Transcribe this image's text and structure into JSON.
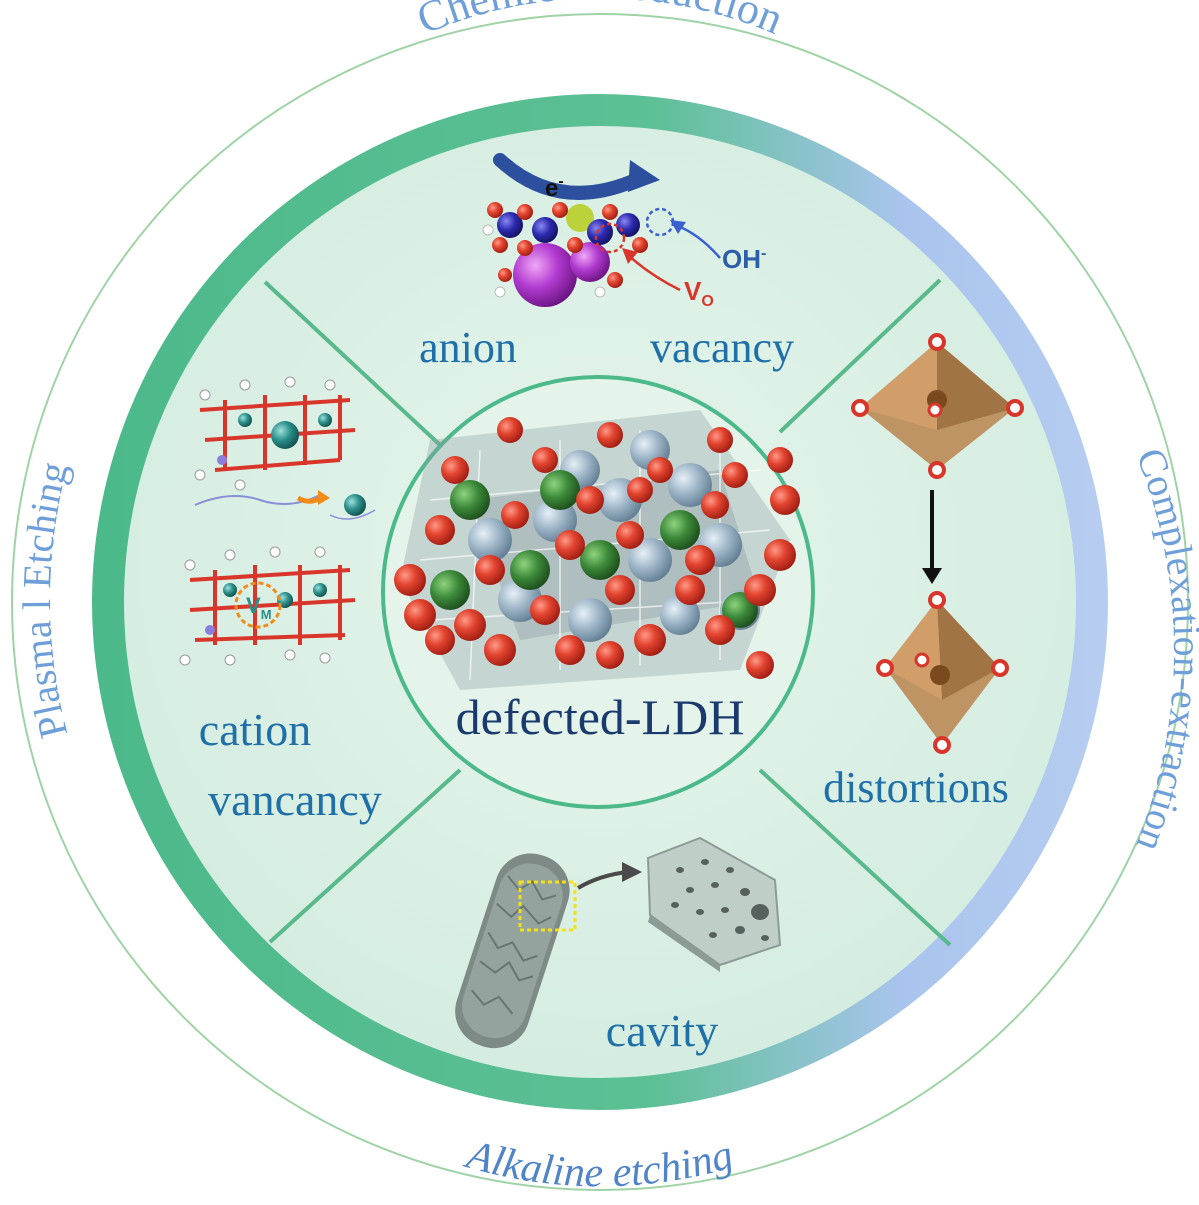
{
  "outer_ring": {
    "top": "Chemical Reduction",
    "right": "Complexation-extraction",
    "bottom": "Alkaline etching",
    "left": "Plasma l Etching"
  },
  "center": {
    "label": "defected-LDH"
  },
  "sectors": {
    "top": {
      "label_a": "anion",
      "label_b": "vacancy",
      "electron": "e",
      "electron_sup": "-",
      "hydroxide": "OH",
      "hydroxide_sup": "-",
      "vacancy_symbol": "V",
      "vacancy_sub": "O"
    },
    "left": {
      "label_a": "cation",
      "label_b": "vancancy",
      "vacancy_symbol": "V",
      "vacancy_sub": "M"
    },
    "right": {
      "label": "distortions"
    },
    "bottom": {
      "label": "cavity"
    }
  },
  "colors": {
    "ring_text": "#6f9fd8",
    "label_text": "#1f6fa8",
    "center_text": "#1a3a6e",
    "disk_fill": "#d8efe3",
    "band_green": "#4cb98a",
    "band_blue": "#a9c4ee",
    "oxygen": "#d9362b",
    "metal_grey": "#9fb6c8",
    "metal_green": "#3c8a3a",
    "octahedron": "#b9844e"
  }
}
